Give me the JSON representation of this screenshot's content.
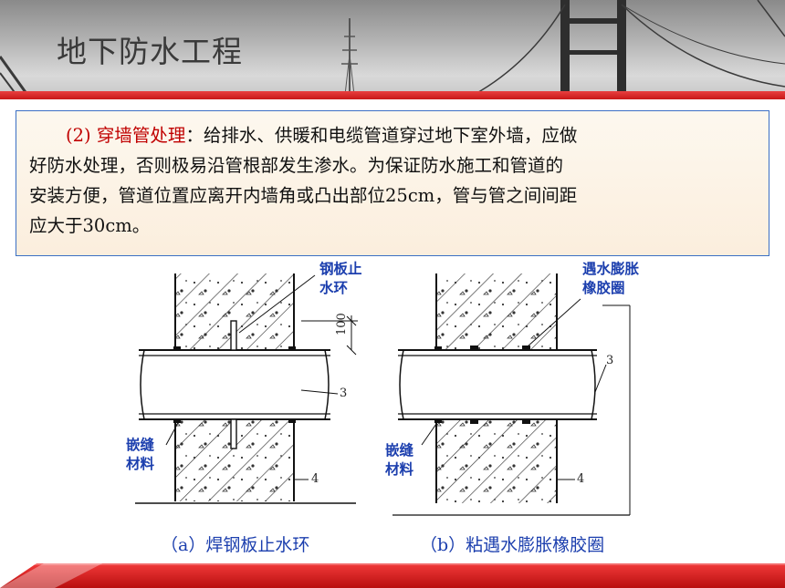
{
  "slide": {
    "title": "地下防水工程"
  },
  "body": {
    "lead": "(2) 穿墙管处理",
    "line1_rest": "：给排水、供暖和电缆管道穿过地下室外墙，应做",
    "line2": "好防水处理，否则极易沿管根部发生渗水。为保证防水施工和管道的",
    "line3": "安装方便，管道位置应离开内墙角或凸出部位25cm，管与管之间间距",
    "line4": "应大于30cm。"
  },
  "figure_a": {
    "callout_steel_line1": "钢板止",
    "callout_steel_line2": "水环",
    "callout_fill_line1": "嵌缝",
    "callout_fill_line2": "材料",
    "dimension": "100",
    "label_pipe": "3",
    "label_wall": "4",
    "caption": "（a）焊钢板止水环"
  },
  "figure_b": {
    "callout_rubber_line1": "遇水膨胀",
    "callout_rubber_line2": "橡胶圈",
    "callout_fill_line1": "嵌缝",
    "callout_fill_line2": "材料",
    "label_pipe": "3",
    "label_wall": "4",
    "caption": "（b）粘遇水膨胀橡胶圈"
  },
  "colors": {
    "accent_red": "#c00000",
    "callout_blue": "#1c3fae",
    "box_border": "#3b6fc4"
  }
}
